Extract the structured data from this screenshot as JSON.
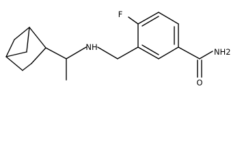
{
  "molecule": {
    "atoms": {
      "fluorine": "F",
      "amine": "NH",
      "amide_nitrogen": "NH2",
      "amide_oxygen": "O"
    }
  }
}
